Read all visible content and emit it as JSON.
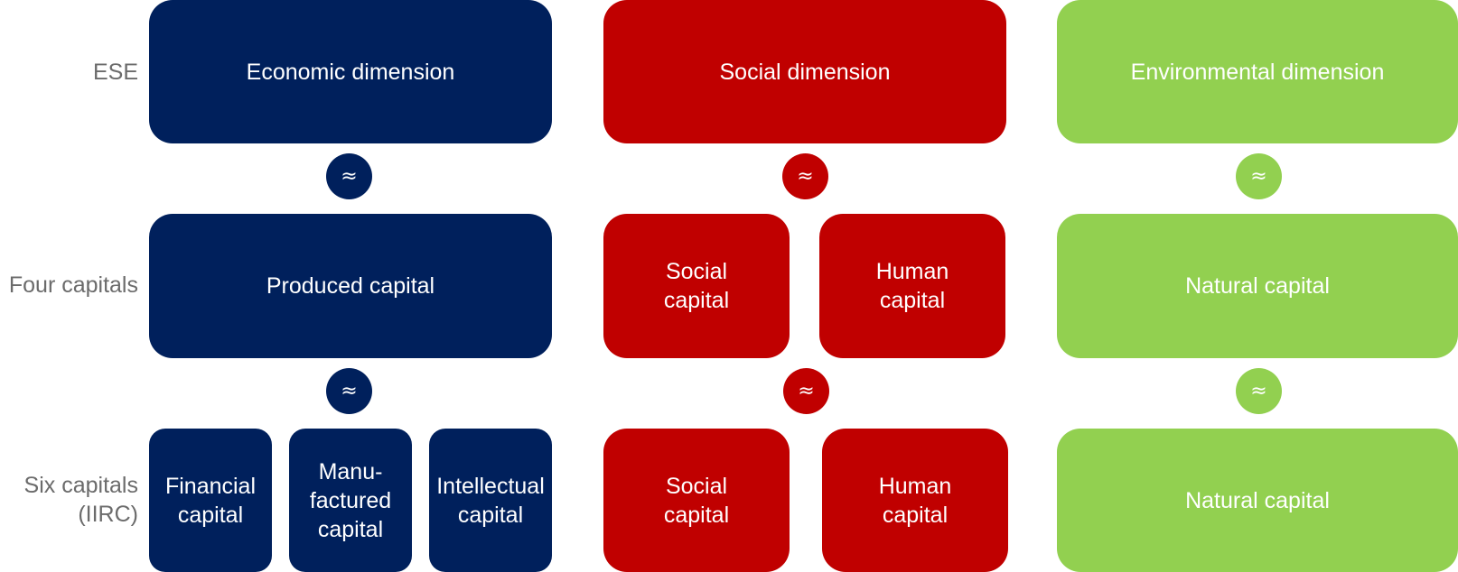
{
  "colors": {
    "economic": "#00205c",
    "social": "#c00000",
    "environmental": "#92d050",
    "label_text": "#6b6b6b"
  },
  "row_labels": {
    "ese": "ESE",
    "four_capitals": "Four capitals",
    "six_capitals": "Six capitals\n(IIRC)"
  },
  "approx_symbol": "≈",
  "ese": {
    "economic": "Economic dimension",
    "social": "Social dimension",
    "environmental": "Environmental dimension"
  },
  "four_capitals": {
    "produced": "Produced capital",
    "social": "Social\ncapital",
    "human": "Human\ncapital",
    "natural": "Natural capital"
  },
  "six_capitals": {
    "financial": "Financial\ncapital",
    "manufactured": "Manu-\nfactured\ncapital",
    "intellectual": "Intellectual\ncapital",
    "social": "Social\ncapital",
    "human": "Human\ncapital",
    "natural": "Natural capital"
  }
}
